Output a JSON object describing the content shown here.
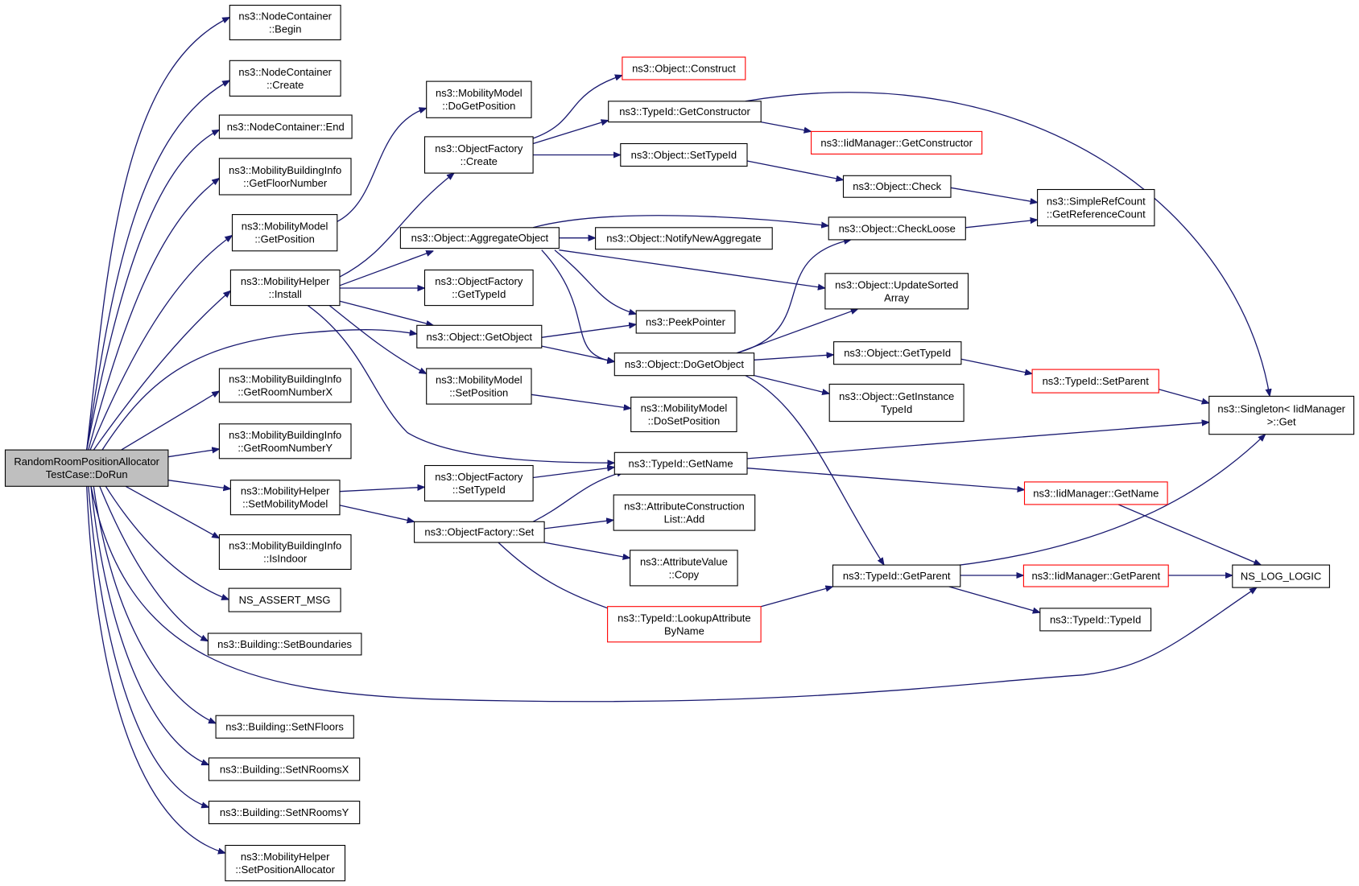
{
  "graph": {
    "colors": {
      "edge": "#191970",
      "node_border": "#000000",
      "missing_node_border": "#ff0000",
      "root_fill": "#bfbfbf"
    },
    "nodes": [
      {
        "id": "root",
        "lines": [
          "RandomRoomPositionAllocator",
          "TestCase::DoRun"
        ],
        "style": "root"
      },
      {
        "id": "nc_begin",
        "lines": [
          "ns3::NodeContainer",
          "::Begin"
        ]
      },
      {
        "id": "nc_create",
        "lines": [
          "ns3::NodeContainer",
          "::Create"
        ]
      },
      {
        "id": "nc_end",
        "lines": [
          "ns3::NodeContainer::End"
        ]
      },
      {
        "id": "mbi_floor",
        "lines": [
          "ns3::MobilityBuildingInfo",
          "::GetFloorNumber"
        ]
      },
      {
        "id": "mm_getpos",
        "lines": [
          "ns3::MobilityModel",
          "::GetPosition"
        ]
      },
      {
        "id": "mh_install",
        "lines": [
          "ns3::MobilityHelper",
          "::Install"
        ]
      },
      {
        "id": "mbi_roomx",
        "lines": [
          "ns3::MobilityBuildingInfo",
          "::GetRoomNumberX"
        ]
      },
      {
        "id": "mbi_roomy",
        "lines": [
          "ns3::MobilityBuildingInfo",
          "::GetRoomNumberY"
        ]
      },
      {
        "id": "mh_setmm",
        "lines": [
          "ns3::MobilityHelper",
          "::SetMobilityModel"
        ]
      },
      {
        "id": "mbi_indoor",
        "lines": [
          "ns3::MobilityBuildingInfo",
          "::IsIndoor"
        ]
      },
      {
        "id": "assert",
        "lines": [
          "NS_ASSERT_MSG"
        ]
      },
      {
        "id": "b_bounds",
        "lines": [
          "ns3::Building::SetBoundaries"
        ]
      },
      {
        "id": "b_nfloors",
        "lines": [
          "ns3::Building::SetNFloors"
        ]
      },
      {
        "id": "b_nroomsx",
        "lines": [
          "ns3::Building::SetNRoomsX"
        ]
      },
      {
        "id": "b_nroomsy",
        "lines": [
          "ns3::Building::SetNRoomsY"
        ]
      },
      {
        "id": "mh_setpa",
        "lines": [
          "ns3::MobilityHelper",
          "::SetPositionAllocator"
        ]
      },
      {
        "id": "mm_dogetpos",
        "lines": [
          "ns3::MobilityModel",
          "::DoGetPosition"
        ]
      },
      {
        "id": "of_create",
        "lines": [
          "ns3::ObjectFactory",
          "::Create"
        ]
      },
      {
        "id": "o_aggregate",
        "lines": [
          "ns3::Object::AggregateObject"
        ]
      },
      {
        "id": "of_gettid",
        "lines": [
          "ns3::ObjectFactory",
          "::GetTypeId"
        ]
      },
      {
        "id": "o_getobject",
        "lines": [
          "ns3::Object::GetObject"
        ]
      },
      {
        "id": "mm_setpos",
        "lines": [
          "ns3::MobilityModel",
          "::SetPosition"
        ]
      },
      {
        "id": "of_settid",
        "lines": [
          "ns3::ObjectFactory",
          "::SetTypeId"
        ]
      },
      {
        "id": "of_set",
        "lines": [
          "ns3::ObjectFactory::Set"
        ]
      },
      {
        "id": "o_construct",
        "lines": [
          "ns3::Object::Construct"
        ],
        "style": "red"
      },
      {
        "id": "t_getctor",
        "lines": [
          "ns3::TypeId::GetConstructor"
        ]
      },
      {
        "id": "o_settid",
        "lines": [
          "ns3::Object::SetTypeId"
        ]
      },
      {
        "id": "o_notify",
        "lines": [
          "ns3::Object::NotifyNewAggregate"
        ]
      },
      {
        "id": "peek",
        "lines": [
          "ns3::PeekPointer"
        ]
      },
      {
        "id": "o_dogetobject",
        "lines": [
          "ns3::Object::DoGetObject"
        ]
      },
      {
        "id": "mm_dosetpos",
        "lines": [
          "ns3::MobilityModel",
          "::DoSetPosition"
        ]
      },
      {
        "id": "t_getname",
        "lines": [
          "ns3::TypeId::GetName"
        ]
      },
      {
        "id": "acl_add",
        "lines": [
          "ns3::AttributeConstruction",
          "List::Add"
        ]
      },
      {
        "id": "av_copy",
        "lines": [
          "ns3::AttributeValue",
          "::Copy"
        ]
      },
      {
        "id": "t_lookup",
        "lines": [
          "ns3::TypeId::LookupAttribute",
          "ByName"
        ],
        "style": "red"
      },
      {
        "id": "iid_getctor",
        "lines": [
          "ns3::IidManager::GetConstructor"
        ],
        "style": "red"
      },
      {
        "id": "o_check",
        "lines": [
          "ns3::Object::Check"
        ]
      },
      {
        "id": "o_checkloose",
        "lines": [
          "ns3::Object::CheckLoose"
        ]
      },
      {
        "id": "o_updsorted",
        "lines": [
          "ns3::Object::UpdateSorted",
          "Array"
        ]
      },
      {
        "id": "o_gettid",
        "lines": [
          "ns3::Object::GetTypeId"
        ]
      },
      {
        "id": "o_getinst",
        "lines": [
          "ns3::Object::GetInstance",
          "TypeId"
        ]
      },
      {
        "id": "t_getparent",
        "lines": [
          "ns3::TypeId::GetParent"
        ]
      },
      {
        "id": "src_getref",
        "lines": [
          "ns3::SimpleRefCount",
          "::GetReferenceCount"
        ]
      },
      {
        "id": "t_setparent",
        "lines": [
          "ns3::TypeId::SetParent"
        ],
        "style": "red"
      },
      {
        "id": "iid_getname",
        "lines": [
          "ns3::IidManager::GetName"
        ],
        "style": "red"
      },
      {
        "id": "iid_getparent",
        "lines": [
          "ns3::IidManager::GetParent"
        ],
        "style": "red"
      },
      {
        "id": "t_typeid",
        "lines": [
          "ns3::TypeId::TypeId"
        ]
      },
      {
        "id": "singleton",
        "lines": [
          "ns3::Singleton< IidManager",
          ">::Get"
        ]
      },
      {
        "id": "log_logic",
        "lines": [
          "NS_LOG_LOGIC"
        ]
      }
    ]
  }
}
